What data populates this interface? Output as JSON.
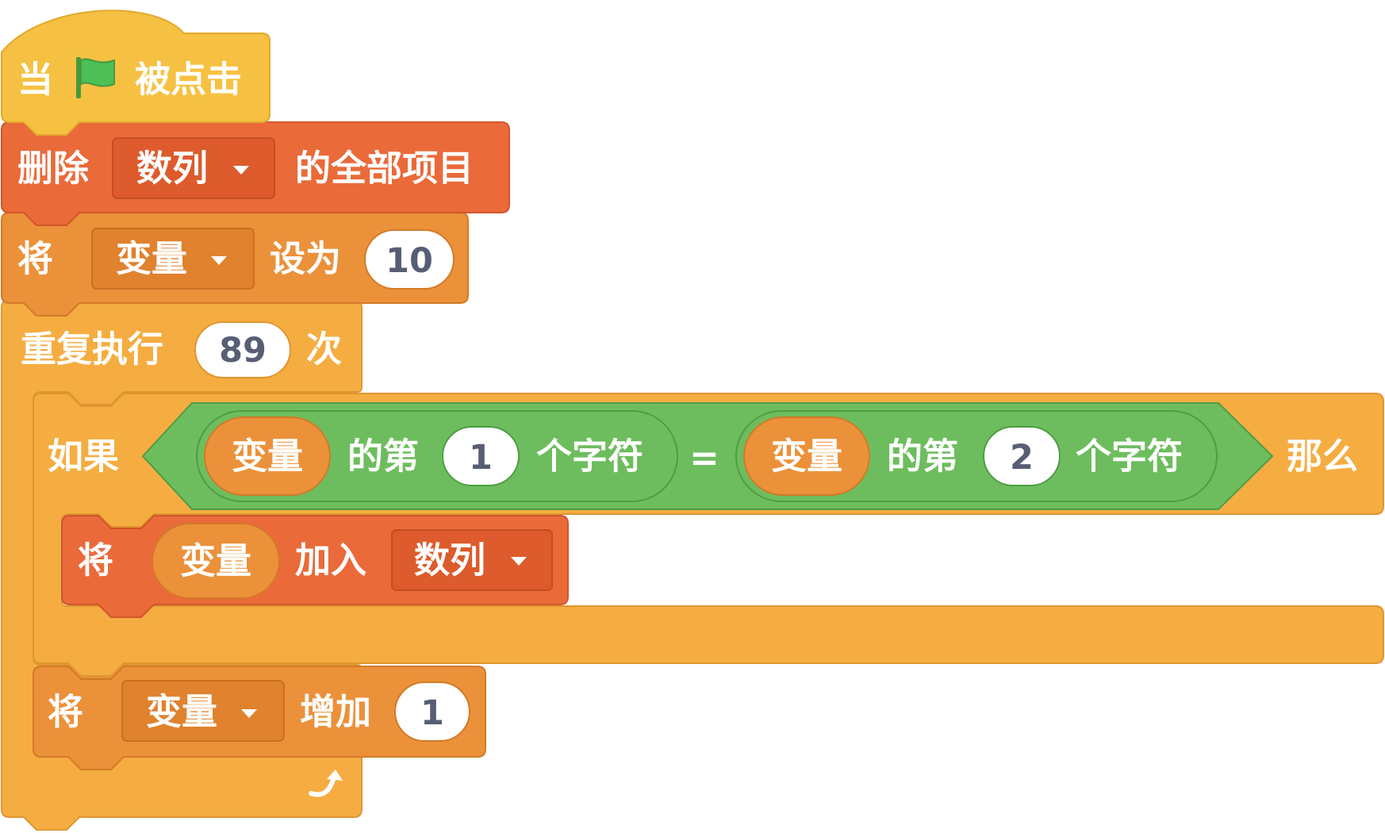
{
  "colors": {
    "events": "#f6c142",
    "events_border": "#e0a92c",
    "list": "#ea6a3a",
    "list_border": "#d0562a",
    "list_dropdown": "#dd5b2c",
    "variable": "#eb913a",
    "variable_border": "#d27a28",
    "variable_dropdown": "#e0822e",
    "control": "#f5ad41",
    "control_border": "#df9630",
    "operator": "#6dbd5e",
    "operator_border": "#4f9c44",
    "reporter_variable": "#eb913a",
    "input_fill": "#ffffff",
    "input_text": "#575e75",
    "flag": "#4cbf56"
  },
  "hat": {
    "label_when": "当",
    "flag_icon": "green-flag-icon",
    "label_clicked": "被点击"
  },
  "delete_all": {
    "label_delete": "删除",
    "list_dropdown": "数列",
    "label_all_items": "的全部项目"
  },
  "set_var": {
    "label_set": "将",
    "var_dropdown": "变量",
    "label_to": "设为",
    "value": "10"
  },
  "repeat": {
    "label_repeat": "重复执行",
    "times": "89",
    "label_times": "次",
    "loop_icon": "loop-arrow-icon"
  },
  "if_block": {
    "label_if": "如果",
    "label_then": "那么",
    "condition": {
      "operator": "=",
      "left": {
        "var": "变量",
        "label_of": "的第",
        "index": "1",
        "label_char": "个字符"
      },
      "right": {
        "var": "变量",
        "label_of": "的第",
        "index": "2",
        "label_char": "个字符"
      }
    }
  },
  "add_to_list": {
    "label_add": "将",
    "var_reporter": "变量",
    "label_to": "加入",
    "list_dropdown": "数列"
  },
  "change_var": {
    "label_change": "将",
    "var_dropdown": "变量",
    "label_by": "增加",
    "value": "1"
  }
}
